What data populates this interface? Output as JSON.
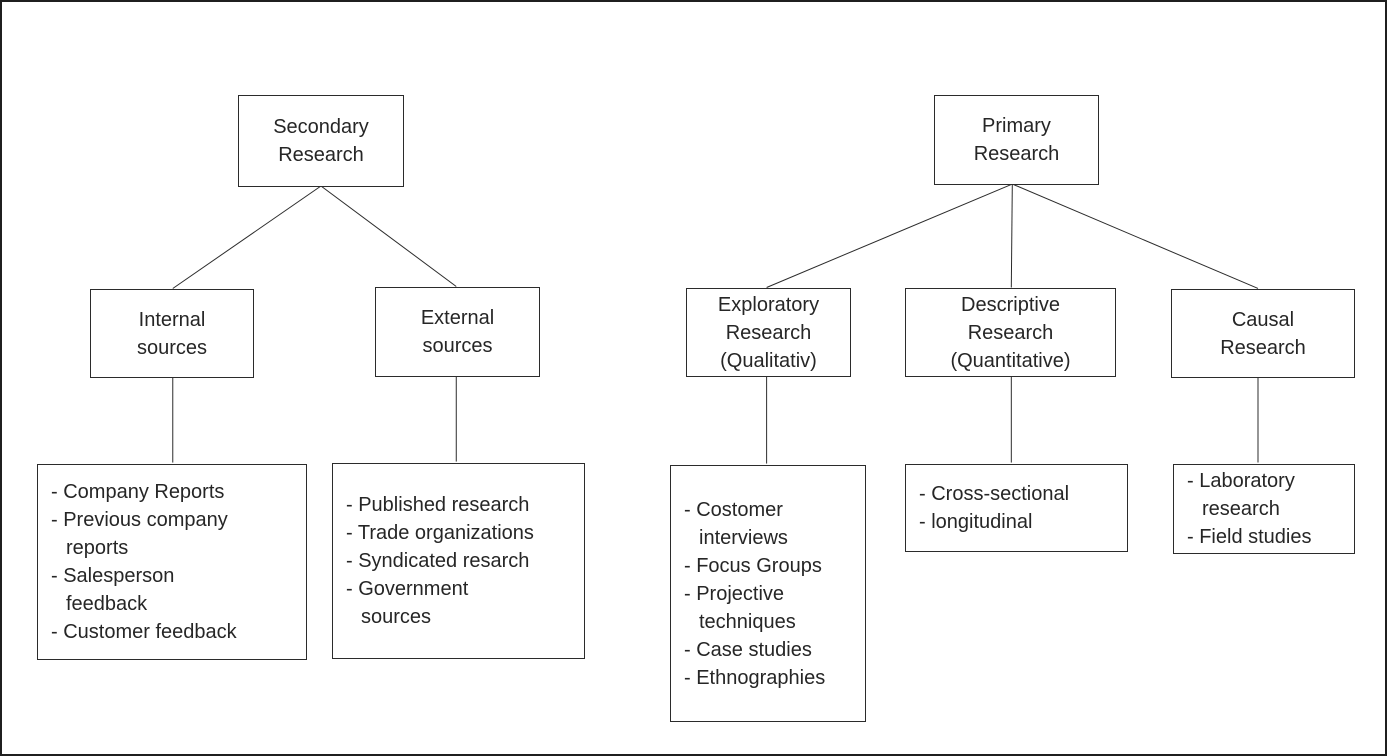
{
  "frame": {
    "background": "#ffffff",
    "border_color": "#1f1f1f",
    "line_color": "#2b2b2b",
    "text_color": "#262626"
  },
  "secondary_tree": {
    "root": {
      "label": "Secondary\nResearch"
    },
    "children": [
      {
        "label": "Internal\nsources",
        "items": [
          "- Company Reports",
          "- Previous company\nreports",
          "- Salesperson\nfeedback",
          "- Customer feedback"
        ]
      },
      {
        "label": "External\nsources",
        "items": [
          "- Published research",
          "- Trade organizations",
          "- Syndicated resarch",
          "- Government\nsources"
        ]
      }
    ]
  },
  "primary_tree": {
    "root": {
      "label": "Primary\nResearch"
    },
    "children": [
      {
        "label": "Exploratory\nResearch\n(Qualitativ)",
        "items": [
          "- Costomer\ninterviews",
          "- Focus Groups",
          "- Projective\ntechniques",
          "- Case studies",
          "- Ethnographies"
        ]
      },
      {
        "label": "Descriptive\nResearch\n(Quantitative)",
        "items": [
          "- Cross-sectional",
          "- longitudinal"
        ]
      },
      {
        "label": "Causal\nResearch",
        "items": [
          "- Laboratory\nresearch",
          "- Field studies"
        ]
      }
    ]
  }
}
